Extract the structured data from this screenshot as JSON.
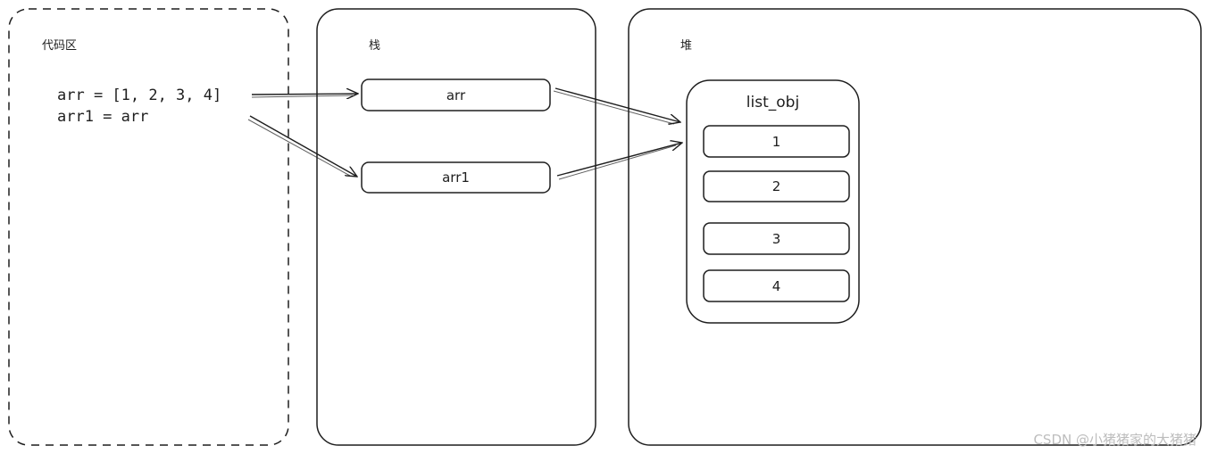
{
  "regions": {
    "code_area": {
      "label": "代码区"
    },
    "stack": {
      "label": "栈"
    },
    "heap": {
      "label": "堆"
    }
  },
  "code": {
    "line1": "arr = [1, 2, 3, 4]",
    "line2": "arr1 = arr"
  },
  "stack_vars": [
    {
      "name": "arr"
    },
    {
      "name": "arr1"
    }
  ],
  "heap_object": {
    "name": "list_obj",
    "elements": [
      "1",
      "2",
      "3",
      "4"
    ]
  },
  "watermark": "CSDN @小猪猪家的大猪猪",
  "colors": {
    "stroke": "#1e1e1e",
    "watermark": "#bdbdbd"
  }
}
